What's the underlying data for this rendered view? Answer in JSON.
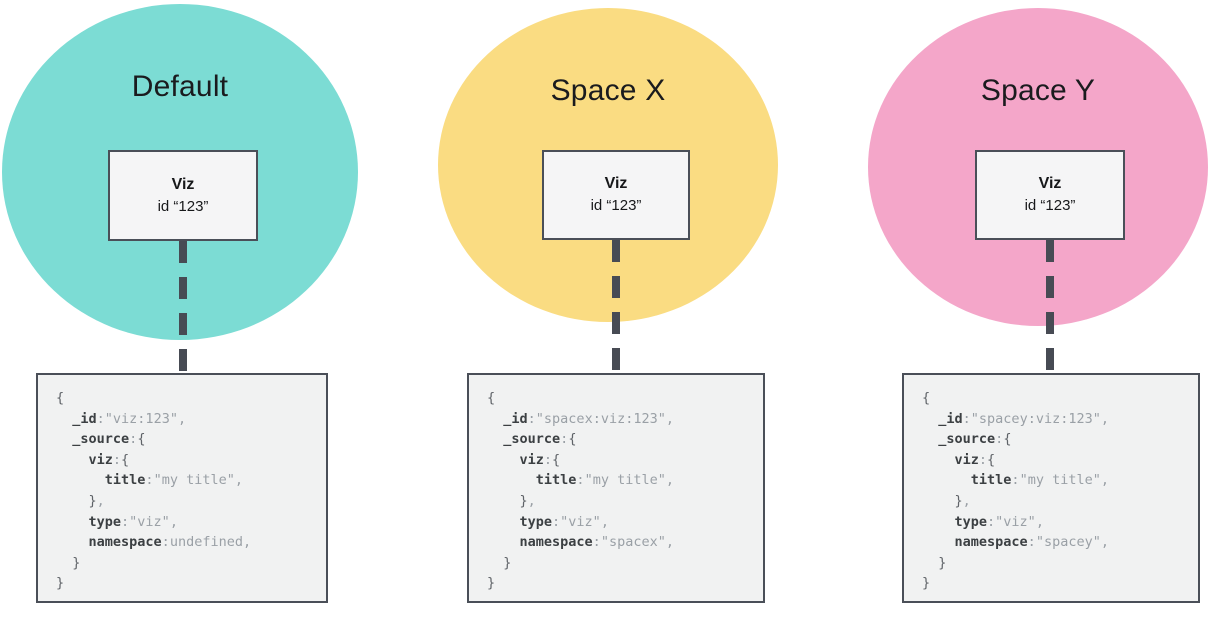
{
  "colors": {
    "default_circle": "#7cdcd4",
    "spacex_circle": "#fadc82",
    "spacey_circle": "#f4a6c9",
    "connector_dark": "#474b54",
    "node_background": "#f5f5f6",
    "code_background": "#f1f2f2",
    "code_key": "#3c4043",
    "code_value": "#9aa0a6"
  },
  "panels": [
    {
      "title": "Default",
      "circle_color": "#7cdcd4",
      "viz_node": {
        "name": "Viz",
        "id": "id “123”"
      },
      "code": {
        "lines": [
          {
            "segments": [
              {
                "text": "{",
                "style": "brace"
              }
            ]
          },
          {
            "segments": [
              {
                "text": "  ",
                "style": "plain"
              },
              {
                "text": "_id",
                "style": "key"
              },
              {
                "text": ":",
                "style": "punct"
              },
              {
                "text": "\"viz:123\"",
                "style": "value"
              },
              {
                "text": ",",
                "style": "punct"
              }
            ]
          },
          {
            "segments": [
              {
                "text": "  ",
                "style": "plain"
              },
              {
                "text": "_source",
                "style": "key"
              },
              {
                "text": ":",
                "style": "punct"
              },
              {
                "text": "{",
                "style": "brace"
              }
            ]
          },
          {
            "segments": [
              {
                "text": "    ",
                "style": "plain"
              },
              {
                "text": "viz",
                "style": "key"
              },
              {
                "text": ":",
                "style": "punct"
              },
              {
                "text": "{",
                "style": "brace"
              }
            ]
          },
          {
            "segments": [
              {
                "text": "      ",
                "style": "plain"
              },
              {
                "text": "title",
                "style": "key"
              },
              {
                "text": ":",
                "style": "punct"
              },
              {
                "text": "\"my title\"",
                "style": "value"
              },
              {
                "text": ",",
                "style": "punct"
              }
            ]
          },
          {
            "segments": [
              {
                "text": "    ",
                "style": "plain"
              },
              {
                "text": "}",
                "style": "brace"
              },
              {
                "text": ",",
                "style": "punct"
              }
            ]
          },
          {
            "segments": [
              {
                "text": "    ",
                "style": "plain"
              },
              {
                "text": "type",
                "style": "key"
              },
              {
                "text": ":",
                "style": "punct"
              },
              {
                "text": "\"viz\"",
                "style": "value"
              },
              {
                "text": ",",
                "style": "punct"
              }
            ]
          },
          {
            "segments": [
              {
                "text": "    ",
                "style": "plain"
              },
              {
                "text": "namespace",
                "style": "key"
              },
              {
                "text": ":",
                "style": "punct"
              },
              {
                "text": "undefined",
                "style": "value"
              },
              {
                "text": ",",
                "style": "punct"
              }
            ]
          },
          {
            "segments": [
              {
                "text": "  ",
                "style": "plain"
              },
              {
                "text": "}",
                "style": "brace"
              }
            ]
          },
          {
            "segments": [
              {
                "text": "}",
                "style": "brace"
              }
            ]
          }
        ]
      }
    },
    {
      "title": "Space X",
      "circle_color": "#fadc82",
      "viz_node": {
        "name": "Viz",
        "id": "id “123”"
      },
      "code": {
        "lines": [
          {
            "segments": [
              {
                "text": "{",
                "style": "brace"
              }
            ]
          },
          {
            "segments": [
              {
                "text": "  ",
                "style": "plain"
              },
              {
                "text": "_id",
                "style": "key"
              },
              {
                "text": ":",
                "style": "punct"
              },
              {
                "text": "\"spacex:viz:123\"",
                "style": "value"
              },
              {
                "text": ",",
                "style": "punct"
              }
            ]
          },
          {
            "segments": [
              {
                "text": "  ",
                "style": "plain"
              },
              {
                "text": "_source",
                "style": "key"
              },
              {
                "text": ":",
                "style": "punct"
              },
              {
                "text": "{",
                "style": "brace"
              }
            ]
          },
          {
            "segments": [
              {
                "text": "    ",
                "style": "plain"
              },
              {
                "text": "viz",
                "style": "key"
              },
              {
                "text": ":",
                "style": "punct"
              },
              {
                "text": "{",
                "style": "brace"
              }
            ]
          },
          {
            "segments": [
              {
                "text": "      ",
                "style": "plain"
              },
              {
                "text": "title",
                "style": "key"
              },
              {
                "text": ":",
                "style": "punct"
              },
              {
                "text": "\"my title\"",
                "style": "value"
              },
              {
                "text": ",",
                "style": "punct"
              }
            ]
          },
          {
            "segments": [
              {
                "text": "    ",
                "style": "plain"
              },
              {
                "text": "}",
                "style": "brace"
              },
              {
                "text": ",",
                "style": "punct"
              }
            ]
          },
          {
            "segments": [
              {
                "text": "    ",
                "style": "plain"
              },
              {
                "text": "type",
                "style": "key"
              },
              {
                "text": ":",
                "style": "punct"
              },
              {
                "text": "\"viz\"",
                "style": "value"
              },
              {
                "text": ",",
                "style": "punct"
              }
            ]
          },
          {
            "segments": [
              {
                "text": "    ",
                "style": "plain"
              },
              {
                "text": "namespace",
                "style": "key"
              },
              {
                "text": ":",
                "style": "punct"
              },
              {
                "text": "\"spacex\"",
                "style": "value"
              },
              {
                "text": ",",
                "style": "punct"
              }
            ]
          },
          {
            "segments": [
              {
                "text": "  ",
                "style": "plain"
              },
              {
                "text": "}",
                "style": "brace"
              }
            ]
          },
          {
            "segments": [
              {
                "text": "}",
                "style": "brace"
              }
            ]
          }
        ]
      }
    },
    {
      "title": "Space Y",
      "circle_color": "#f4a6c9",
      "viz_node": {
        "name": "Viz",
        "id": "id “123”"
      },
      "code": {
        "lines": [
          {
            "segments": [
              {
                "text": "{",
                "style": "brace"
              }
            ]
          },
          {
            "segments": [
              {
                "text": "  ",
                "style": "plain"
              },
              {
                "text": "_id",
                "style": "key"
              },
              {
                "text": ":",
                "style": "punct"
              },
              {
                "text": "\"spacey:viz:123\"",
                "style": "value"
              },
              {
                "text": ",",
                "style": "punct"
              }
            ]
          },
          {
            "segments": [
              {
                "text": "  ",
                "style": "plain"
              },
              {
                "text": "_source",
                "style": "key"
              },
              {
                "text": ":",
                "style": "punct"
              },
              {
                "text": "{",
                "style": "brace"
              }
            ]
          },
          {
            "segments": [
              {
                "text": "    ",
                "style": "plain"
              },
              {
                "text": "viz",
                "style": "key"
              },
              {
                "text": ":",
                "style": "punct"
              },
              {
                "text": "{",
                "style": "brace"
              }
            ]
          },
          {
            "segments": [
              {
                "text": "      ",
                "style": "plain"
              },
              {
                "text": "title",
                "style": "key"
              },
              {
                "text": ":",
                "style": "punct"
              },
              {
                "text": "\"my title\"",
                "style": "value"
              },
              {
                "text": ",",
                "style": "punct"
              }
            ]
          },
          {
            "segments": [
              {
                "text": "    ",
                "style": "plain"
              },
              {
                "text": "}",
                "style": "brace"
              },
              {
                "text": ",",
                "style": "punct"
              }
            ]
          },
          {
            "segments": [
              {
                "text": "    ",
                "style": "plain"
              },
              {
                "text": "type",
                "style": "key"
              },
              {
                "text": ":",
                "style": "punct"
              },
              {
                "text": "\"viz\"",
                "style": "value"
              },
              {
                "text": ",",
                "style": "punct"
              }
            ]
          },
          {
            "segments": [
              {
                "text": "    ",
                "style": "plain"
              },
              {
                "text": "namespace",
                "style": "key"
              },
              {
                "text": ":",
                "style": "punct"
              },
              {
                "text": "\"spacey\"",
                "style": "value"
              },
              {
                "text": ",",
                "style": "punct"
              }
            ]
          },
          {
            "segments": [
              {
                "text": "  ",
                "style": "plain"
              },
              {
                "text": "}",
                "style": "brace"
              }
            ]
          },
          {
            "segments": [
              {
                "text": "}",
                "style": "brace"
              }
            ]
          }
        ]
      }
    }
  ]
}
